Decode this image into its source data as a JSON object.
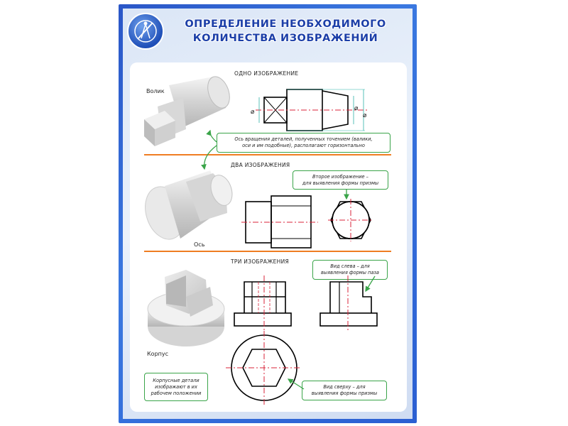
{
  "poster": {
    "title_line1": "ОПРЕДЕЛЕНИЕ НЕОБХОДИМОГО",
    "title_line2": "КОЛИЧЕСТВА ИЗОБРАЖЕНИЙ",
    "logo_icon": "compass-drafting-icon"
  },
  "sections": {
    "one": {
      "title": "ОДНО ИЗОБРАЖЕНИЕ",
      "part_label": "Волик"
    },
    "two": {
      "title": "ДВА ИЗОБРАЖЕНИЯ",
      "part_label": "Ось"
    },
    "three": {
      "title": "ТРИ ИЗОБРАЖЕНИЯ",
      "part_label": "Корпус"
    }
  },
  "callouts": {
    "axis_line1": "Ось вращения деталей, полученных точением (валики,",
    "axis_line2": "оси и им подобные), располагают горизонтально",
    "second_view_line1": "Второе изображение –",
    "second_view_line2": "для выявления формы призмы",
    "left_view_line1": "Вид слева – для",
    "left_view_line2": "выявления формы паза",
    "top_view_line1": "Вид сверху – для",
    "top_view_line2": "выявления формы призмы",
    "housing_line1": "Корпусные детали",
    "housing_line2": "изображают в их",
    "housing_line3": "рабочем положении"
  },
  "dimension_symbol": "⌀",
  "colors": {
    "frame_blue": "#2a56c7",
    "title_blue": "#1c3fa8",
    "divider_orange": "#ef7d22",
    "callout_green": "#3aa449",
    "axis_red": "#d8233a",
    "dimension_teal": "#2fb3a8"
  }
}
